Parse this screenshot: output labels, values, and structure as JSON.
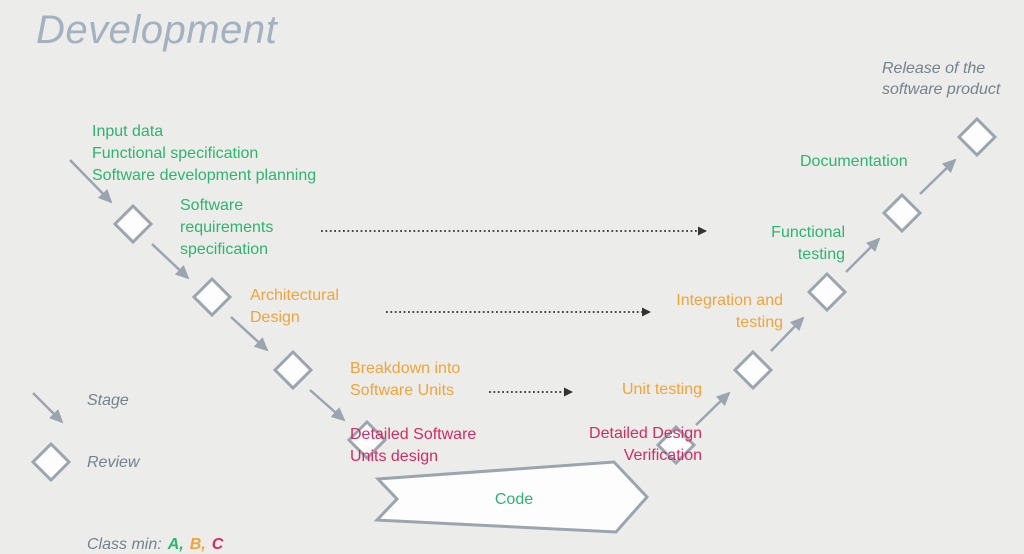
{
  "title": "Development",
  "colors": {
    "background": "#ececea",
    "green": "#2eb470",
    "orange": "#f1a43b",
    "crimson": "#d42b62",
    "gray_text": "#75828d",
    "shape_stroke": "#9aa5b0",
    "title_gray": "#a3b1c0",
    "dotted_arrow": "#333333"
  },
  "labels": {
    "input_data": "Input data\nFunctional specification\nSoftware development planning",
    "software_requirements": "Software\nrequirements\nspecification",
    "architectural_design": "Architectural\nDesign",
    "breakdown": "Breakdown into\nSoftware Units",
    "detailed_software_units": "Detailed Software\nUnits design",
    "unit_testing": "Unit testing",
    "detailed_design_verification": "Detailed Design\nVerification",
    "integration_testing": "Integration and\ntesting",
    "functional_testing": "Functional\ntesting",
    "documentation": "Documentation",
    "release": "Release of the\nsoftware product",
    "code": "Code"
  },
  "legend": {
    "stage": "Stage",
    "review": "Review",
    "class_min": {
      "prefix": "Class min:",
      "items": [
        {
          "label": "A,",
          "color": "#2eb470"
        },
        {
          "label": "B,",
          "color": "#f1a43b"
        },
        {
          "label": "C",
          "color": "#d42b62"
        }
      ]
    }
  },
  "diagram": {
    "type": "v-model",
    "left_branch": [
      "Input data / Functional specification / Software development planning",
      "Software requirements specification",
      "Architectural Design",
      "Breakdown into Software Units / Detailed Software Units design"
    ],
    "bottom": "Code",
    "right_branch": [
      "Unit testing / Detailed Design Verification",
      "Integration and testing",
      "Functional testing",
      "Documentation",
      "Release of the software product"
    ],
    "review_count": 9
  }
}
